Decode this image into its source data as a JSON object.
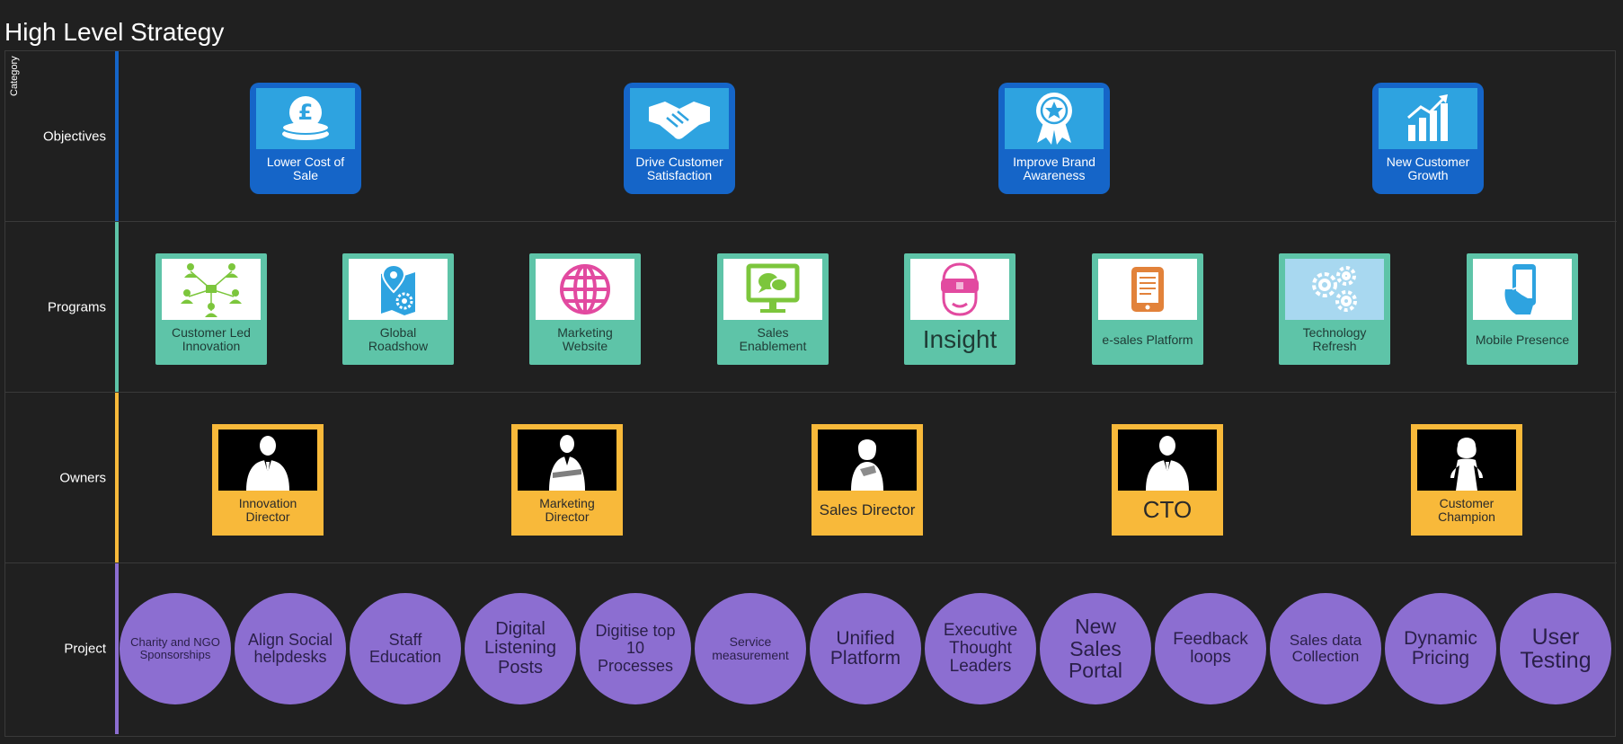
{
  "page_title": "High Level Strategy",
  "category_label": "Category",
  "colors": {
    "objectives": "#1565c8",
    "programs": "#5ec4a8",
    "owners": "#f8b93a",
    "projects": "#8c6ed1"
  },
  "lanes": {
    "objectives": {
      "label": "Objectives",
      "items": [
        {
          "caption": "Lower Cost of Sale",
          "icon": "pound-coins-icon"
        },
        {
          "caption": "Drive Customer Satisfaction",
          "icon": "handshake-icon"
        },
        {
          "caption": "Improve Brand Awareness",
          "icon": "award-ribbon-icon"
        },
        {
          "caption": "New Customer Growth",
          "icon": "growth-chart-icon"
        }
      ]
    },
    "programs": {
      "label": "Programs",
      "items": [
        {
          "caption": "Customer Led Innovation",
          "icon": "network-people-icon"
        },
        {
          "caption": "Global Roadshow",
          "icon": "map-gear-icon"
        },
        {
          "caption": "Marketing Website",
          "icon": "globe-icon"
        },
        {
          "caption": "Sales Enablement",
          "icon": "monitor-chat-icon"
        },
        {
          "caption": "Insight",
          "icon": "vr-headset-icon"
        },
        {
          "caption": "e-sales Platform",
          "icon": "tablet-icon"
        },
        {
          "caption": "Technology Refresh",
          "icon": "gears-icon"
        },
        {
          "caption": "Mobile Presence",
          "icon": "mobile-hand-icon"
        }
      ]
    },
    "owners": {
      "label": "Owners",
      "items": [
        {
          "caption": "Innovation Director",
          "icon": "businessman-silhouette-icon"
        },
        {
          "caption": "Marketing Director",
          "icon": "businessman-arms-crossed-icon"
        },
        {
          "caption": "Sales Director",
          "icon": "businesswoman-silhouette-icon"
        },
        {
          "caption": "CTO",
          "icon": "businessman-silhouette-icon"
        },
        {
          "caption": "Customer Champion",
          "icon": "woman-silhouette-icon"
        }
      ]
    },
    "project": {
      "label": "Project",
      "items": [
        {
          "caption": "Charity and NGO Sponsorships"
        },
        {
          "caption": "Align Social helpdesks"
        },
        {
          "caption": "Staff Education"
        },
        {
          "caption": "Digital Listening Posts"
        },
        {
          "caption": "Digitise top 10 Processes"
        },
        {
          "caption": "Service measurement"
        },
        {
          "caption": "Unified Platform"
        },
        {
          "caption": "Executive Thought Leaders"
        },
        {
          "caption": "New Sales Portal"
        },
        {
          "caption": "Feedback loops"
        },
        {
          "caption": "Sales data Collection"
        },
        {
          "caption": "Dynamic Pricing"
        },
        {
          "caption": "User Testing"
        }
      ]
    }
  }
}
